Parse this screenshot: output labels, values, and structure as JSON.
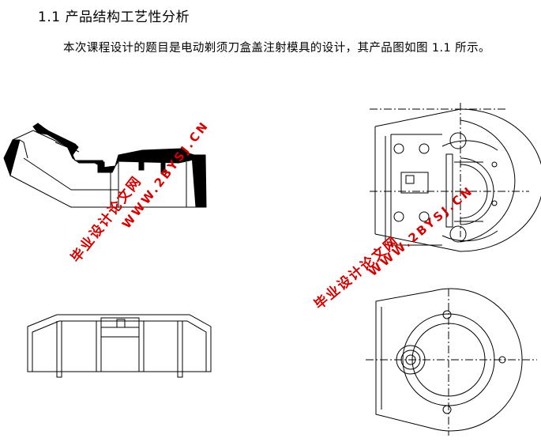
{
  "section": {
    "number": "1.1",
    "title": "产品结构工艺性分析"
  },
  "paragraph": "本次课程设计的题目是电动剃须刀盒盖注射模具的设计，其产品图如图 1.1 所示。",
  "watermarks": {
    "left_cn": "毕业设计论文网",
    "left_url": "WWW.2BYSJ.CN",
    "right_cn": "毕业设计论文网",
    "right_url": "WWW.2BYSJ.CN",
    "color": "#d40000"
  }
}
